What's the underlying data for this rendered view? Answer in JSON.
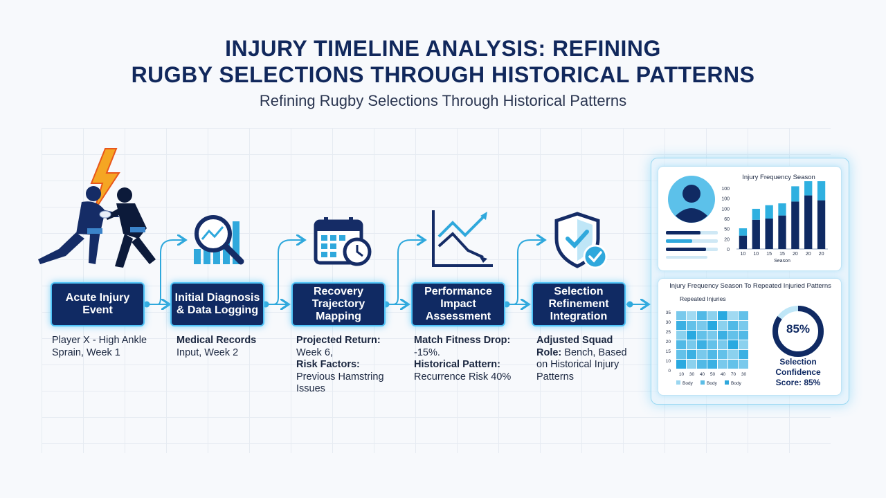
{
  "title_line1": "INJURY TIMELINE ANALYSIS: REFINING",
  "title_line2": "RUGBY SELECTIONS THROUGH HISTORICAL PATTERNS",
  "subtitle": "Refining Rugby Selections Through Historical Patterns",
  "steps": [
    {
      "label": "Acute Injury Event",
      "icon": "rugby-tackle-lightning-icon",
      "desc": [
        {
          "text": "Player X - High Ankle Sprain, Week 1",
          "bold": false
        }
      ]
    },
    {
      "label": "Initial Diagnosis & Data Logging",
      "icon": "magnifier-chart-icon",
      "desc": [
        {
          "text": "Medical Records",
          "bold": true
        },
        {
          "text": "Input, Week 2",
          "bold": false
        }
      ]
    },
    {
      "label": "Recovery Trajectory Mapping",
      "icon": "calendar-clock-icon",
      "desc": [
        {
          "text": "Projected Return:",
          "bold": true
        },
        {
          "text": "Week 6,",
          "bold": false
        },
        {
          "text": "Risk Factors:",
          "bold": true
        },
        {
          "text": "Previous Hamstring Issues",
          "bold": false
        }
      ]
    },
    {
      "label": "Performance Impact Assessment",
      "icon": "line-chart-icon",
      "desc": [
        {
          "text": "Match Fitness Drop:",
          "bold": true
        },
        {
          "text": "-15%.",
          "bold": false
        },
        {
          "text": "Historical Pattern:",
          "bold": true
        },
        {
          "text": "Recurrence Risk 40%",
          "bold": false
        }
      ]
    },
    {
      "label": "Selection Refinement Integration",
      "icon": "shield-check-icon",
      "desc": [
        {
          "text": "Adjusted Squad",
          "bold": true
        },
        {
          "text": "Role:",
          "bold": true
        },
        {
          "text": "Bench, Based on Historical Injury Patterns",
          "bold": false
        }
      ]
    }
  ],
  "dashboard": {
    "card1_title": "Injury Frequency Season",
    "bar_chart": {
      "y_ticks": [
        "100",
        "100",
        "100",
        "60",
        "50",
        "20",
        "0"
      ],
      "x_ticks": [
        "10",
        "10",
        "15",
        "15",
        "20",
        "20",
        "20"
      ],
      "xlabel": "Season",
      "values": [
        {
          "dark": 22,
          "light": 12
        },
        {
          "dark": 48,
          "light": 18
        },
        {
          "dark": 50,
          "light": 22
        },
        {
          "dark": 55,
          "light": 20
        },
        {
          "dark": 78,
          "light": 25
        },
        {
          "dark": 88,
          "light": 30
        },
        {
          "dark": 80,
          "light": 32
        }
      ],
      "colors": {
        "dark": "#0f2a63",
        "light": "#2fb0e0"
      }
    },
    "card2_title": "Injury Frequency Season To Repeated Injuried Patterns",
    "heatmap_title": "Repeated Injuries",
    "heatmap_y_ticks": [
      "35",
      "30",
      "25",
      "20",
      "15",
      "10",
      "0"
    ],
    "heatmap_x_ticks": [
      "10",
      "30",
      "40",
      "50",
      "40",
      "70",
      "30"
    ],
    "heatmap_legend": [
      "Body",
      "Body",
      "Body"
    ],
    "heatmap_values": [
      [
        0.5,
        0.3,
        0.7,
        0.4,
        0.9,
        0.3,
        0.6
      ],
      [
        0.8,
        0.6,
        0.5,
        0.9,
        0.4,
        0.7,
        0.5
      ],
      [
        0.4,
        0.9,
        0.6,
        0.5,
        0.8,
        0.6,
        0.7
      ],
      [
        0.7,
        0.5,
        0.8,
        0.6,
        0.5,
        0.9,
        0.4
      ],
      [
        0.6,
        0.8,
        0.5,
        0.7,
        0.6,
        0.4,
        0.8
      ],
      [
        0.9,
        0.4,
        0.7,
        0.8,
        0.5,
        0.6,
        0.5
      ]
    ],
    "gauge_value": 85,
    "gauge_text": "85%",
    "gauge_label": "Selection Confidence Score: 85%"
  }
}
